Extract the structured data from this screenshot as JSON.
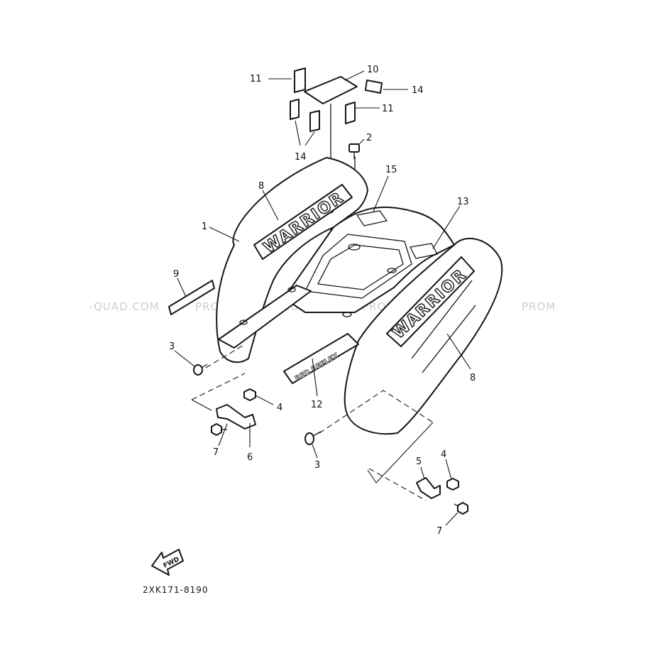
{
  "diagram": {
    "code": "2XK171-8190",
    "fwd_label": "FWD",
    "decal_text": "WARRIOR",
    "reflector_text": "RED REFLEX",
    "watermarks": [
      "-QUAD.COM",
      "PROMO-QUAD.COM",
      "PROMO-QUAD.COM",
      "PROM"
    ],
    "callouts": {
      "c1": "1",
      "c2": "2",
      "c3a": "3",
      "c3b": "3",
      "c4a": "4",
      "c4b": "4",
      "c5": "5",
      "c6": "6",
      "c7a": "7",
      "c7b": "7",
      "c8a": "8",
      "c8b": "8",
      "c9": "9",
      "c10": "10",
      "c11a": "11",
      "c11b": "11",
      "c12": "12",
      "c13": "13",
      "c14a": "14",
      "c14b": "14",
      "c15": "15"
    }
  }
}
